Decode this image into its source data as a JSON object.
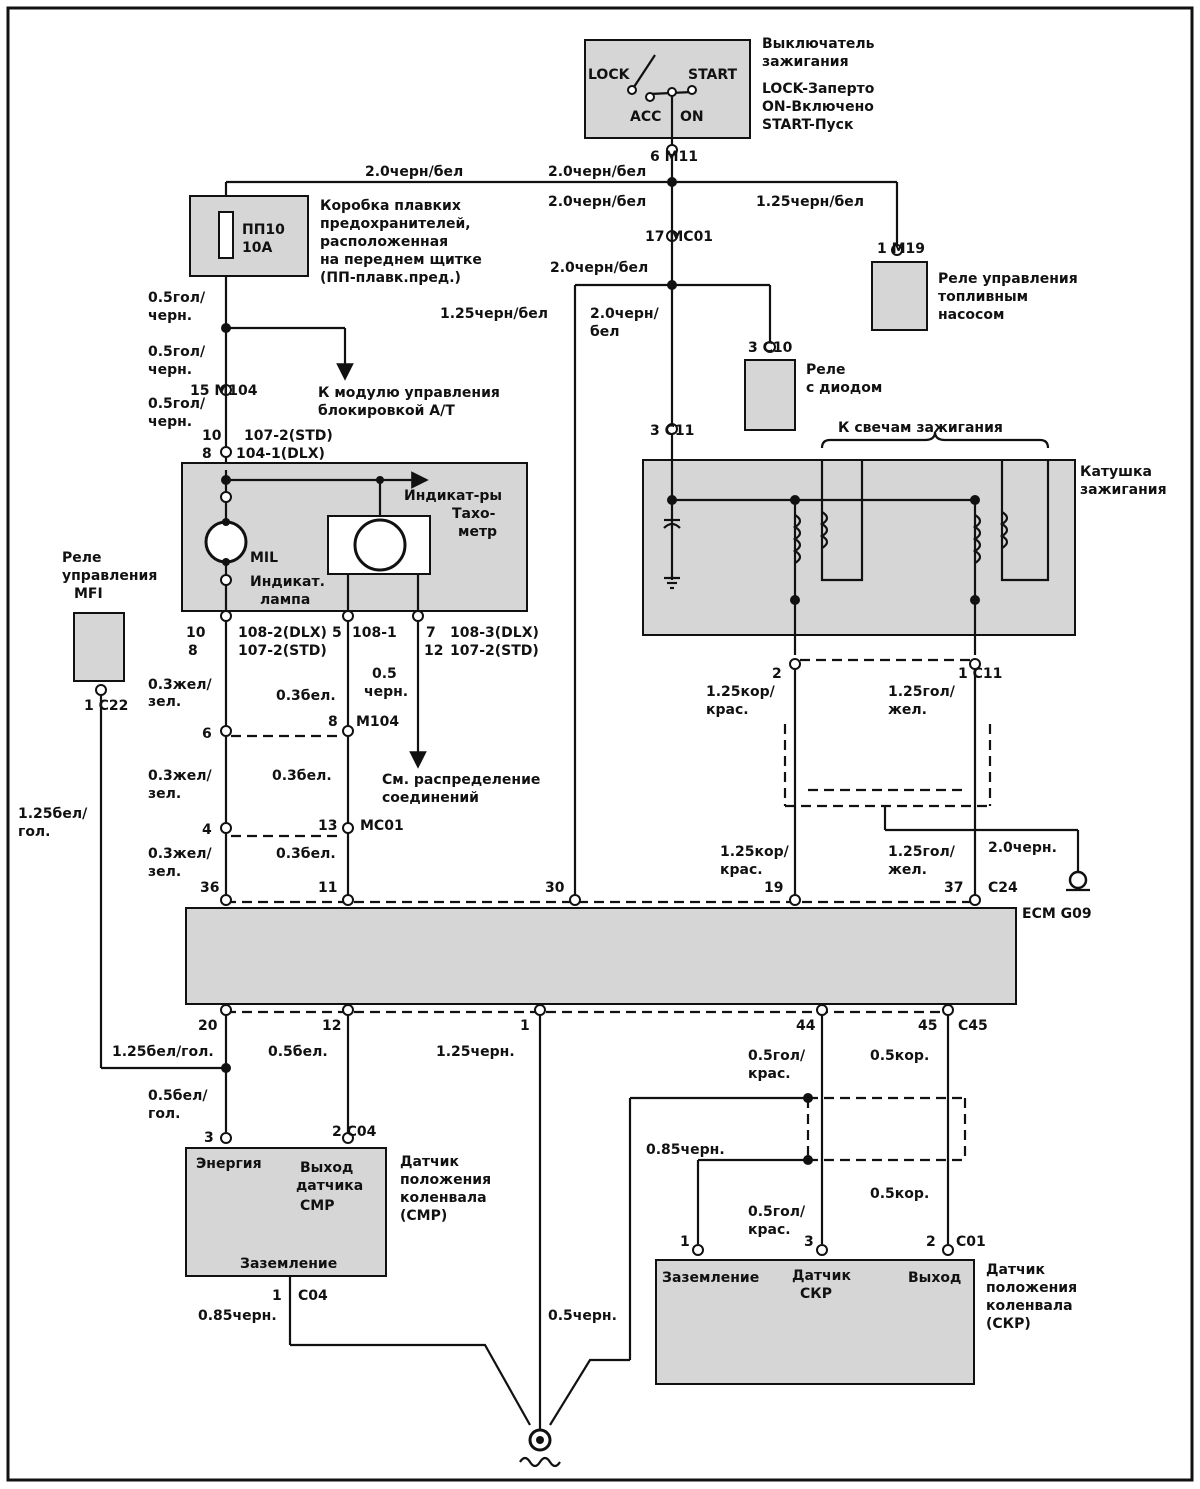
{
  "ignition_switch": {
    "title_1": "Выключатель",
    "title_2": "зажигания",
    "lock": "LOCK",
    "start": "START",
    "acc": "ACC",
    "on": "ON",
    "legend_1": "LOCK-Заперто",
    "legend_2": "ON-Включено",
    "legend_3": "START-Пуск"
  },
  "connectors": {
    "m11": "6 M11",
    "mc01_17": "17 MC01",
    "m19": "1 M19",
    "c10": "3 C10",
    "c11_3": "3 C11",
    "m104_15": "15 M104",
    "pin_10_107_2": "10",
    "label_107_2_std": "107-2(STD)",
    "pin_8_104_1": "8",
    "label_104_1_dlx": "104-1(DLX)",
    "c22": "1 C22",
    "c11_2": "2",
    "c11_1": "1 C11",
    "m104_8_pin": "8",
    "m104_8": "M104",
    "pin_6": "6",
    "pin_4": "4",
    "mc01_13_pin": "13",
    "mc01_13": "MC01",
    "ecm_36": "36",
    "ecm_11": "11",
    "ecm_30": "30",
    "ecm_19": "19",
    "ecm_37": "37",
    "c24": "C24",
    "ecm_20": "20",
    "ecm_12": "12",
    "ecm_1": "1",
    "ecm_44": "44",
    "ecm_45": "45",
    "c45": "C45",
    "cmp_3": "3",
    "cmp_2": "2 C04",
    "cmp_1": "1",
    "c04_bottom": "C04",
    "ckp_1": "1",
    "ckp_3": "3",
    "ckp_2": "2",
    "c01": "C01"
  },
  "fusebox": {
    "fuse_name": "ПП10",
    "fuse_rating": "10A",
    "desc_1": "Коробка плавких",
    "desc_2": "предохранителей,",
    "desc_3": "расположенная",
    "desc_4": "на переднем щитке",
    "desc_5": "(ПП-плавк.пред.)"
  },
  "wires": {
    "w_top_left": "2.0черн/бел",
    "w_top_mid": "2.0черн/бел",
    "w_mid_1": "2.0черн/бел",
    "w_right": "1.25черн/бел",
    "w_mid_2": "2.0черн/бел",
    "w_125_left": "1.25черн/бел",
    "w_20_down_1": "2.0черн/",
    "w_20_down_2": "бел",
    "w_05_1a": "0.5гол/",
    "w_05_1b": "черн.",
    "w_05_2a": "0.5гол/",
    "w_05_2b": "черн.",
    "w_05_3a": "0.5гол/",
    "w_05_3b": "черн.",
    "w_03_1a": "0.3жел/",
    "w_03_1b": "зел.",
    "w_035_1": "0.3бел.",
    "w_05_cherna": "0.5",
    "w_05_chernb": "черн.",
    "w_03_2a": "0.3жел/",
    "w_03_2b": "зел.",
    "w_035_2": "0.3бел.",
    "w_03_3a": "0.3жел/",
    "w_03_3b": "зел.",
    "w_035_3": "0.3бел.",
    "w_125_bg_a": "1.25бел/",
    "w_125_bg_b": "гол.",
    "w_125_kr_1a": "1.25кор/",
    "w_125_kr_1b": "крас.",
    "w_125_gz_1a": "1.25гол/",
    "w_125_gz_1b": "жел.",
    "w_125_kr_2a": "1.25кор/",
    "w_125_kr_2b": "крас.",
    "w_125_gz_2a": "1.25гол/",
    "w_125_gz_2b": "жел.",
    "w_20_chern": "2.0черн.",
    "w_125_bg_bottom": "1.25бел/гол.",
    "w_05_bel_1": "0.5бел.",
    "w_125_chern": "1.25черн.",
    "w_05_gk_1a": "0.5гол/",
    "w_05_gk_1b": "крас.",
    "w_05_kor_1": "0.5кор.",
    "w_05_bg_a": "0.5бел/",
    "w_05_bg_b": "гол.",
    "w_085_chern_1": "0.85черн.",
    "w_05_kor_2": "0.5кор.",
    "w_05_gk_2a": "0.5гол/",
    "w_05_gk_2b": "крас.",
    "w_085_chern_2": "0.85черн.",
    "w_05_chern_bottom": "0.5черн."
  },
  "fuel_pump_relay": {
    "line_1": "Реле управления",
    "line_2": "топливным",
    "line_3": "насосом"
  },
  "diode_relay": {
    "line_1": "Реле",
    "line_2": "с диодом"
  },
  "at_module": {
    "line_1": "К модулю управления",
    "line_2": "блокировкой А/Т"
  },
  "cluster": {
    "indicators_1": "Индикат-ры",
    "indicators_2": "Тахо-",
    "indicators_3": "метр",
    "mil": "MIL",
    "lamp_1": "Индикат.",
    "lamp_2": "лампа",
    "pin_10": "10",
    "pin_8": "8",
    "label_108_2": "108-2(DLX)",
    "pin_5": "5",
    "label_108_1": "108-1",
    "pin_7": "7",
    "label_108_3": "108-3(DLX)",
    "label_107_2a": "107-2(STD)",
    "pin_12": "12",
    "label_107_2b": "107-2(STD)"
  },
  "mfi_relay": {
    "line_1": "Реле",
    "line_2": "управления",
    "line_3": "MFI"
  },
  "distribution": {
    "line_1": "См. распределение",
    "line_2": "соединений"
  },
  "spark_plugs": "К свечам зажигания",
  "ignition_coil": {
    "line_1": "Катушка",
    "line_2": "зажигания"
  },
  "ecm": "ECM G09",
  "cmp_sensor": {
    "energy": "Энергия",
    "output_1": "Выход",
    "output_2": "датчика",
    "output_3": "CMP",
    "ground": "Заземление",
    "title_1": "Датчик",
    "title_2": "положения",
    "title_3": "коленвала",
    "title_4": "(CMP)"
  },
  "ckp_sensor": {
    "ground": "Заземление",
    "sensor_1": "Датчик",
    "sensor_2": "СКР",
    "output": "Выход",
    "title_1": "Датчик",
    "title_2": "положения",
    "title_3": "коленвала",
    "title_4": "(СКР)"
  }
}
